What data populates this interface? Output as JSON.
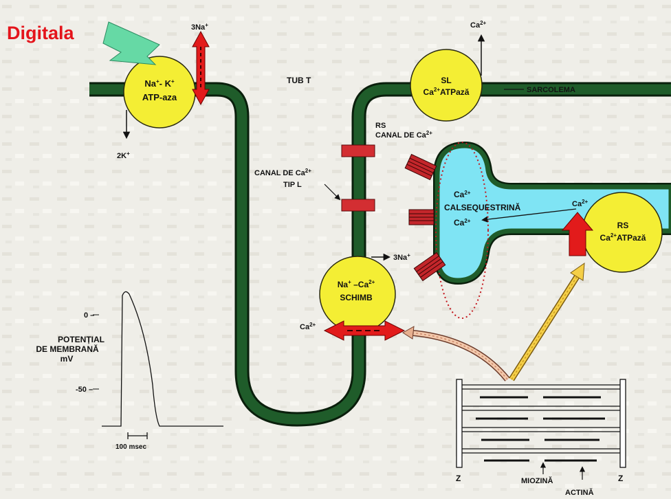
{
  "drug_label": "Digitala",
  "na_k_pump": {
    "line1_a": "Na",
    "line1_sup_a": "+",
    "line1_b": "- K",
    "line1_sup_b": "+",
    "line2": "ATP-aza"
  },
  "na_out_label": {
    "text": "3Na",
    "sup": "+"
  },
  "k_in_label": {
    "text": "2K",
    "sup": "+"
  },
  "t_tubule_label": "TUB T",
  "sl_pump": {
    "line1": "SL",
    "line2_a": "Ca",
    "line2_sup": "2+",
    "line2_b": "ATPază"
  },
  "ca_out_label": {
    "text": "Ca",
    "sup": "2+"
  },
  "sarcolemma_label": "SARCOLEMA",
  "rs_channel_label": {
    "line1": "RS",
    "line2": "CANAL DE Ca",
    "line2_sup": "2+"
  },
  "l_channel_label": {
    "line1": "CANAL DE Ca",
    "line1_sup": "2+",
    "line2": "TIP L"
  },
  "sr_content": {
    "ca_top": "Ca",
    "ca_top_sup": "2+",
    "protein": "CALSEQUESTRINĂ",
    "ca_bottom": "Ca",
    "ca_bottom_sup": "2+",
    "ca_right": "Ca",
    "ca_right_sup": "2+"
  },
  "rs_pump": {
    "line1": "RS",
    "line2_a": "Ca",
    "line2_sup": "2+",
    "line2_b": "ATPază"
  },
  "exchanger": {
    "line1_a": "Na",
    "line1_sup_a": "+",
    "line1_b": " –Ca",
    "line1_sup_b": "2+",
    "line2": "SCHIMB"
  },
  "exchanger_na_label": {
    "text": "3Na",
    "sup": "+"
  },
  "exchanger_ca_label": {
    "text": "Ca",
    "sup": "2+"
  },
  "action_potential": {
    "axis_label_line1": "POTENȚIAL",
    "axis_label_line2": "DE MEMBRANĂ",
    "axis_label_line3": "mV",
    "tick_0": "0 –",
    "tick_minus50": "-50 –",
    "scale_bar": "100 msec"
  },
  "sarcomere": {
    "z_left": "Z",
    "z_right": "Z",
    "myosin": "MIOZINĂ",
    "actin": "ACTINĂ"
  },
  "colors": {
    "membrane": "#1f5c2a",
    "pump": "#f4ee34",
    "channel": "#d32e32",
    "sr_lumen": "#7fe4f4",
    "arrow_red": "#e21b1b",
    "drug_arrow": "#66d9a5",
    "title": "#e4141b"
  }
}
